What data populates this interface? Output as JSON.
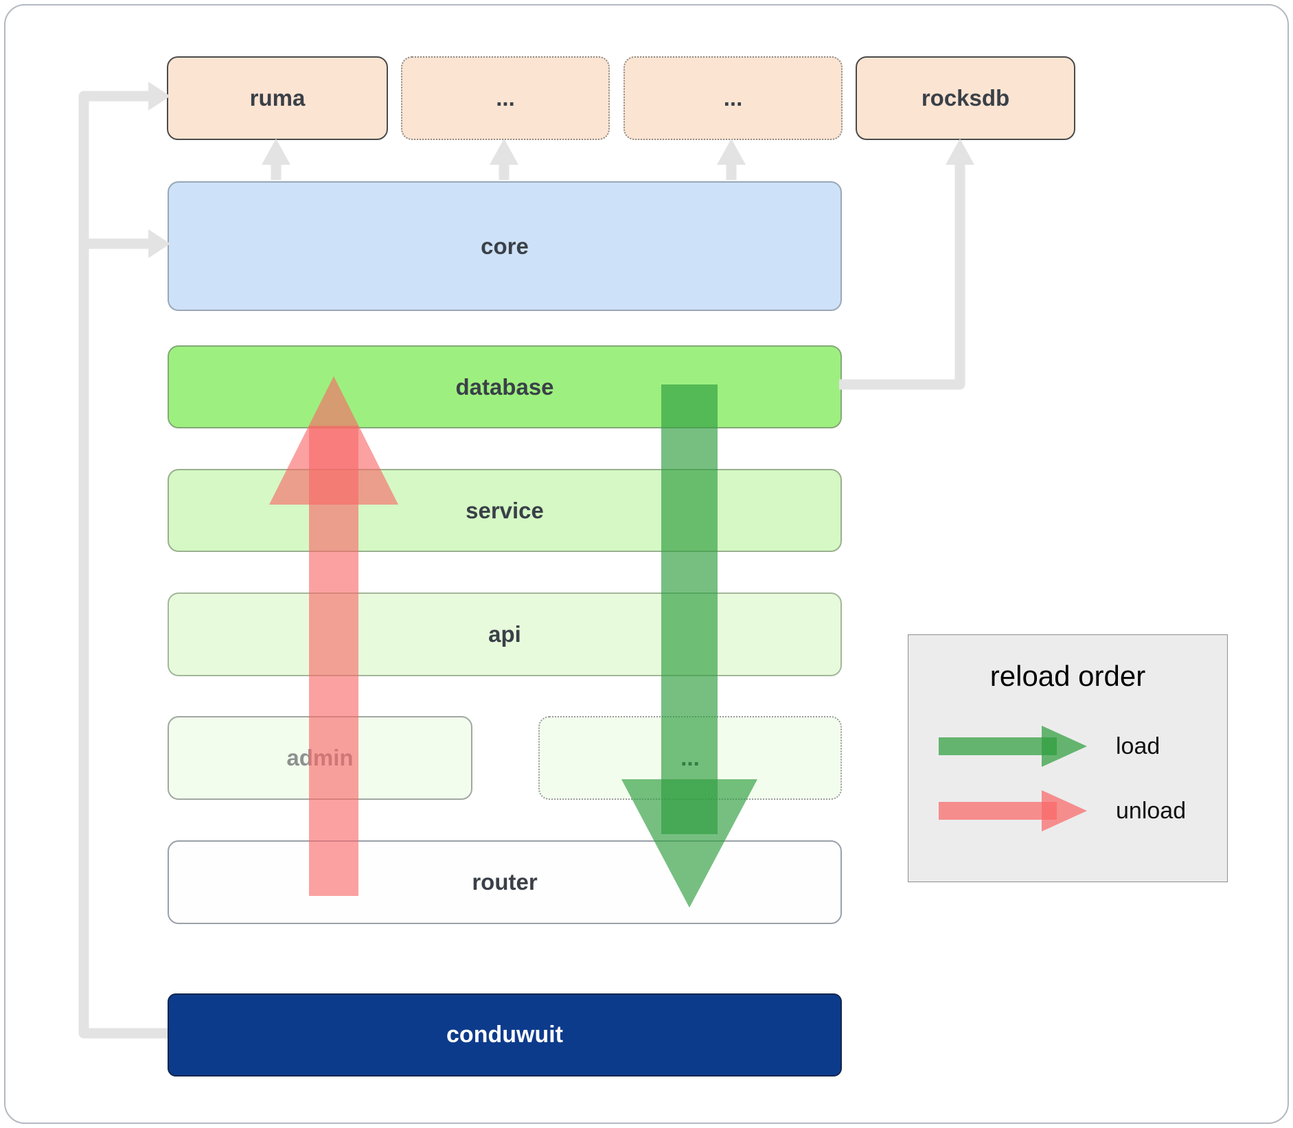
{
  "boxes": {
    "ruma": "ruma",
    "ellipsis_top_1": "...",
    "ellipsis_top_2": "...",
    "rocksdb": "rocksdb",
    "core": "core",
    "database": "database",
    "service": "service",
    "api": "api",
    "admin": "admin",
    "ellipsis_mid": "...",
    "router": "router",
    "conduwuit": "conduwuit"
  },
  "legend": {
    "title": "reload order",
    "load_label": "load",
    "unload_label": "unload"
  },
  "colors": {
    "load_arrow": "#2f9e3f",
    "unload_arrow": "#f96868",
    "connector": "#e3e3e3",
    "peach_box": "#fce4d2",
    "core_box": "#cde1f8",
    "database_box": "#9df07f",
    "service_box": "#d5f8c5",
    "api_box": "#e7fbdc",
    "admin_box": "#f3fdee",
    "router_box": "#fefefe",
    "conduwuit_box": "#0d3b8c"
  }
}
